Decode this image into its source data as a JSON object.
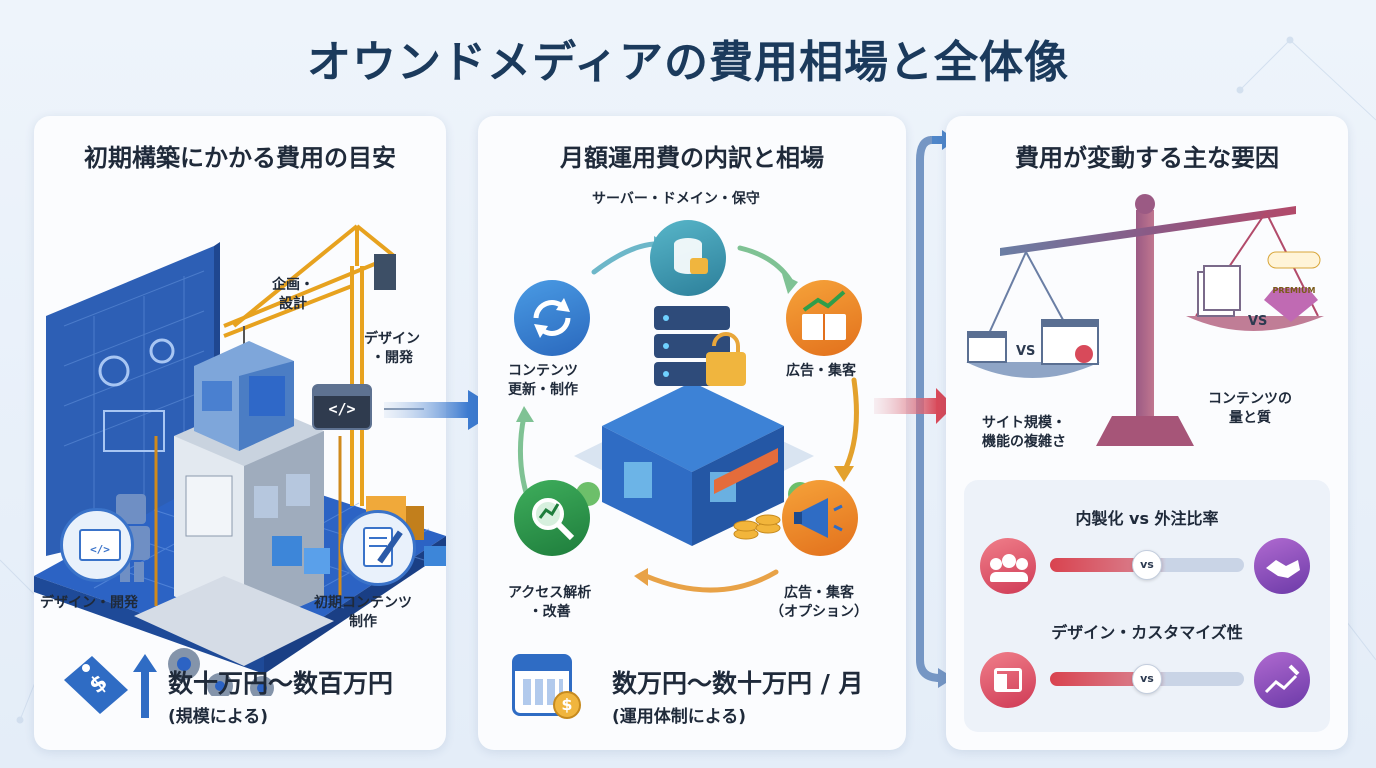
{
  "title": "オウンドメディアの費用相場と全体像",
  "initial": {
    "heading": "初期構築にかかる費用の目安",
    "labels": {
      "planning": "企画・\n設計",
      "design_dev_top": "デザイン\n・開発",
      "design_dev_bottom": "デザイン・開発",
      "initial_content": "初期コンテンツ\n制作"
    },
    "price": "数十万円〜数百万円",
    "price_note": "(規模による)"
  },
  "monthly": {
    "heading": "月額運用費の内訳と相場",
    "labels": {
      "server": "サーバー・ドメイン・保守",
      "content_update": "コンテンツ\n更新・制作",
      "ads": "広告・集客",
      "analysis": "アクセス解析\n・改善",
      "ads_option": "広告・集客\n（オプション）"
    },
    "price": "数万円〜数十万円 / 月",
    "price_note": "(運用体制による)"
  },
  "factors": {
    "heading": "費用が変動する主な要因",
    "scale_left_label": "サイト規模・\n機能の複雑さ",
    "scale_right_label": "コンテンツの\n量と質",
    "vs": "VS",
    "premium": "PREMIUM",
    "comparisons": [
      {
        "title": "内製化 vs 外注比率",
        "vs": "vs",
        "value": 0.55
      },
      {
        "title": "デザイン・カスタマイズ性",
        "vs": "vs",
        "value": 0.55
      }
    ]
  }
}
